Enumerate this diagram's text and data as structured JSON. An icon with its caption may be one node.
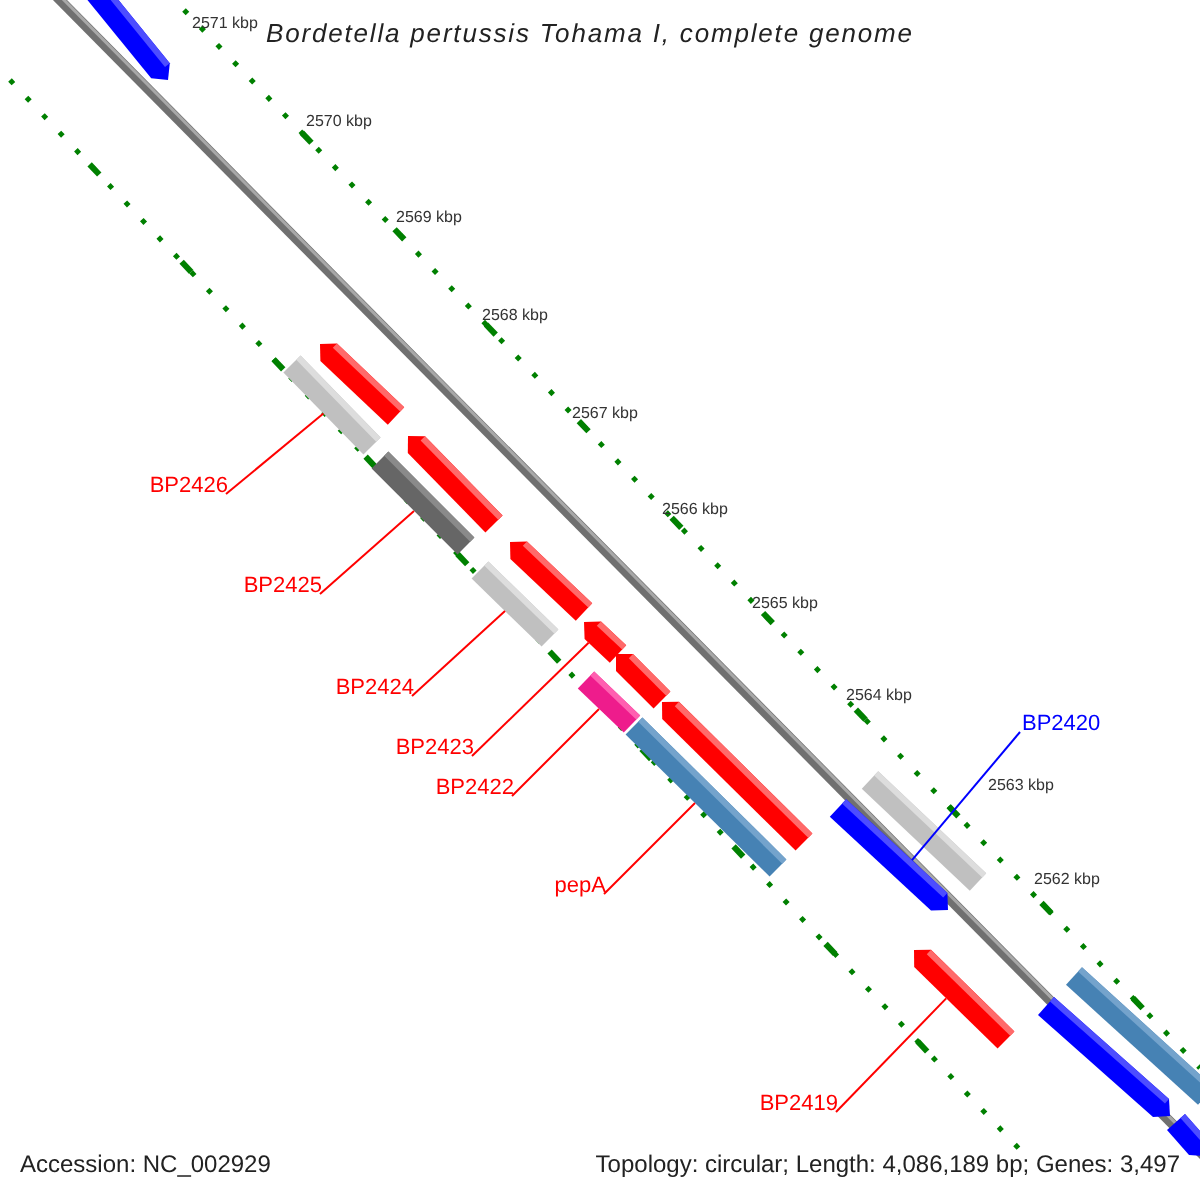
{
  "diagram": {
    "title": "Bordetella pertussis Tohama I, complete genome",
    "nodes": [
      {
        "text": [
          "BP2426"
        ]
      },
      {
        "text": [
          "BP2425"
        ]
      },
      {
        "text": [
          "BP2424"
        ]
      },
      {
        "text": [
          "BP2420"
        ]
      },
      {
        "text": [
          "BP2423"
        ]
      },
      {
        "text": [
          "BP2422"
        ]
      },
      {
        "text": [
          "pepA"
        ]
      },
      {
        "text": [
          "BP2419"
        ]
      },
      {
        "text": [],
        "shape": "pentagon"
      },
      {
        "text": [],
        "shape": "pentagon"
      },
      {
        "text": [],
        "shape": "box"
      },
      {
        "text": [],
        "shape": "pentagon"
      },
      {
        "text": [],
        "shape": "box"
      },
      {
        "text": [],
        "shape": "pentagon"
      },
      {
        "text": [],
        "shape": "box"
      },
      {
        "text": [],
        "shape": "pentagon"
      },
      {
        "text": [],
        "shape": "pentagon"
      },
      {
        "text": [],
        "shape": "box"
      },
      {
        "text": [],
        "shape": "pentagon"
      },
      {
        "text": [],
        "shape": "box"
      },
      {
        "text": [],
        "shape": "box"
      },
      {
        "text": [],
        "shape": "pentagon"
      },
      {
        "text": [],
        "shape": "pentagon"
      },
      {
        "text": [],
        "shape": "box"
      },
      {
        "text": [],
        "shape": "pentagon"
      },
      {
        "text": [],
        "shape": "pentagon"
      }
    ],
    "edges": [
      {
        "from": 0,
        "to": 10,
        "arrow": "none"
      },
      {
        "from": 1,
        "to": 12,
        "arrow": "none"
      },
      {
        "from": 2,
        "to": 14,
        "arrow": "none"
      },
      {
        "from": 3,
        "to": 21,
        "arrow": "none",
        "color": "#0000ff"
      },
      {
        "from": 4,
        "to": 15,
        "arrow": "none"
      },
      {
        "from": 5,
        "to": 17,
        "arrow": "none"
      },
      {
        "from": 6,
        "to": 19,
        "arrow": "none"
      },
      {
        "from": 7,
        "to": 22,
        "arrow": "none"
      }
    ],
    "labels": [
      "2571 kbp",
      "2570 kbp",
      "2569 kbp",
      "2568 kbp",
      "2567 kbp",
      "2566 kbp",
      "2565 kbp",
      "2564 kbp",
      "2563 kbp",
      "2562 kbp",
      "Accession: NC_002929",
      "Topology: circular; Length: 4,086,189 bp; Genes: 3,497"
    ]
  }
}
